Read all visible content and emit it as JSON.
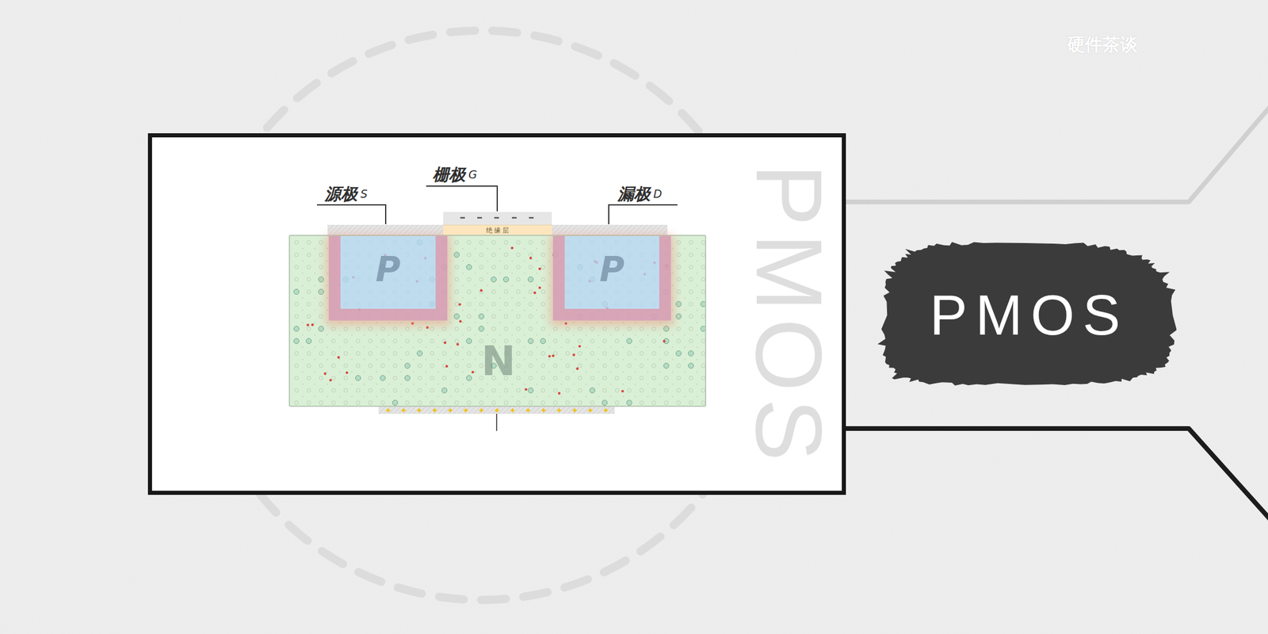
{
  "diagram": {
    "nodes": [
      {
        "text": [
          "PMOS"
        ]
      },
      {
        "text": [
          "N"
        ],
        "in": 0
      },
      {
        "text": [
          "P"
        ],
        "in": 1
      },
      {
        "text": [
          "P"
        ],
        "in": 1
      },
      {
        "text": [
          "绝 缘 层"
        ],
        "in": 0
      },
      {
        "text": [
          "PMOS"
        ]
      }
    ],
    "labels": [
      "源极",
      "S",
      "栅极",
      "G",
      "漏极",
      "D",
      "硬件茶谈"
    ]
  }
}
